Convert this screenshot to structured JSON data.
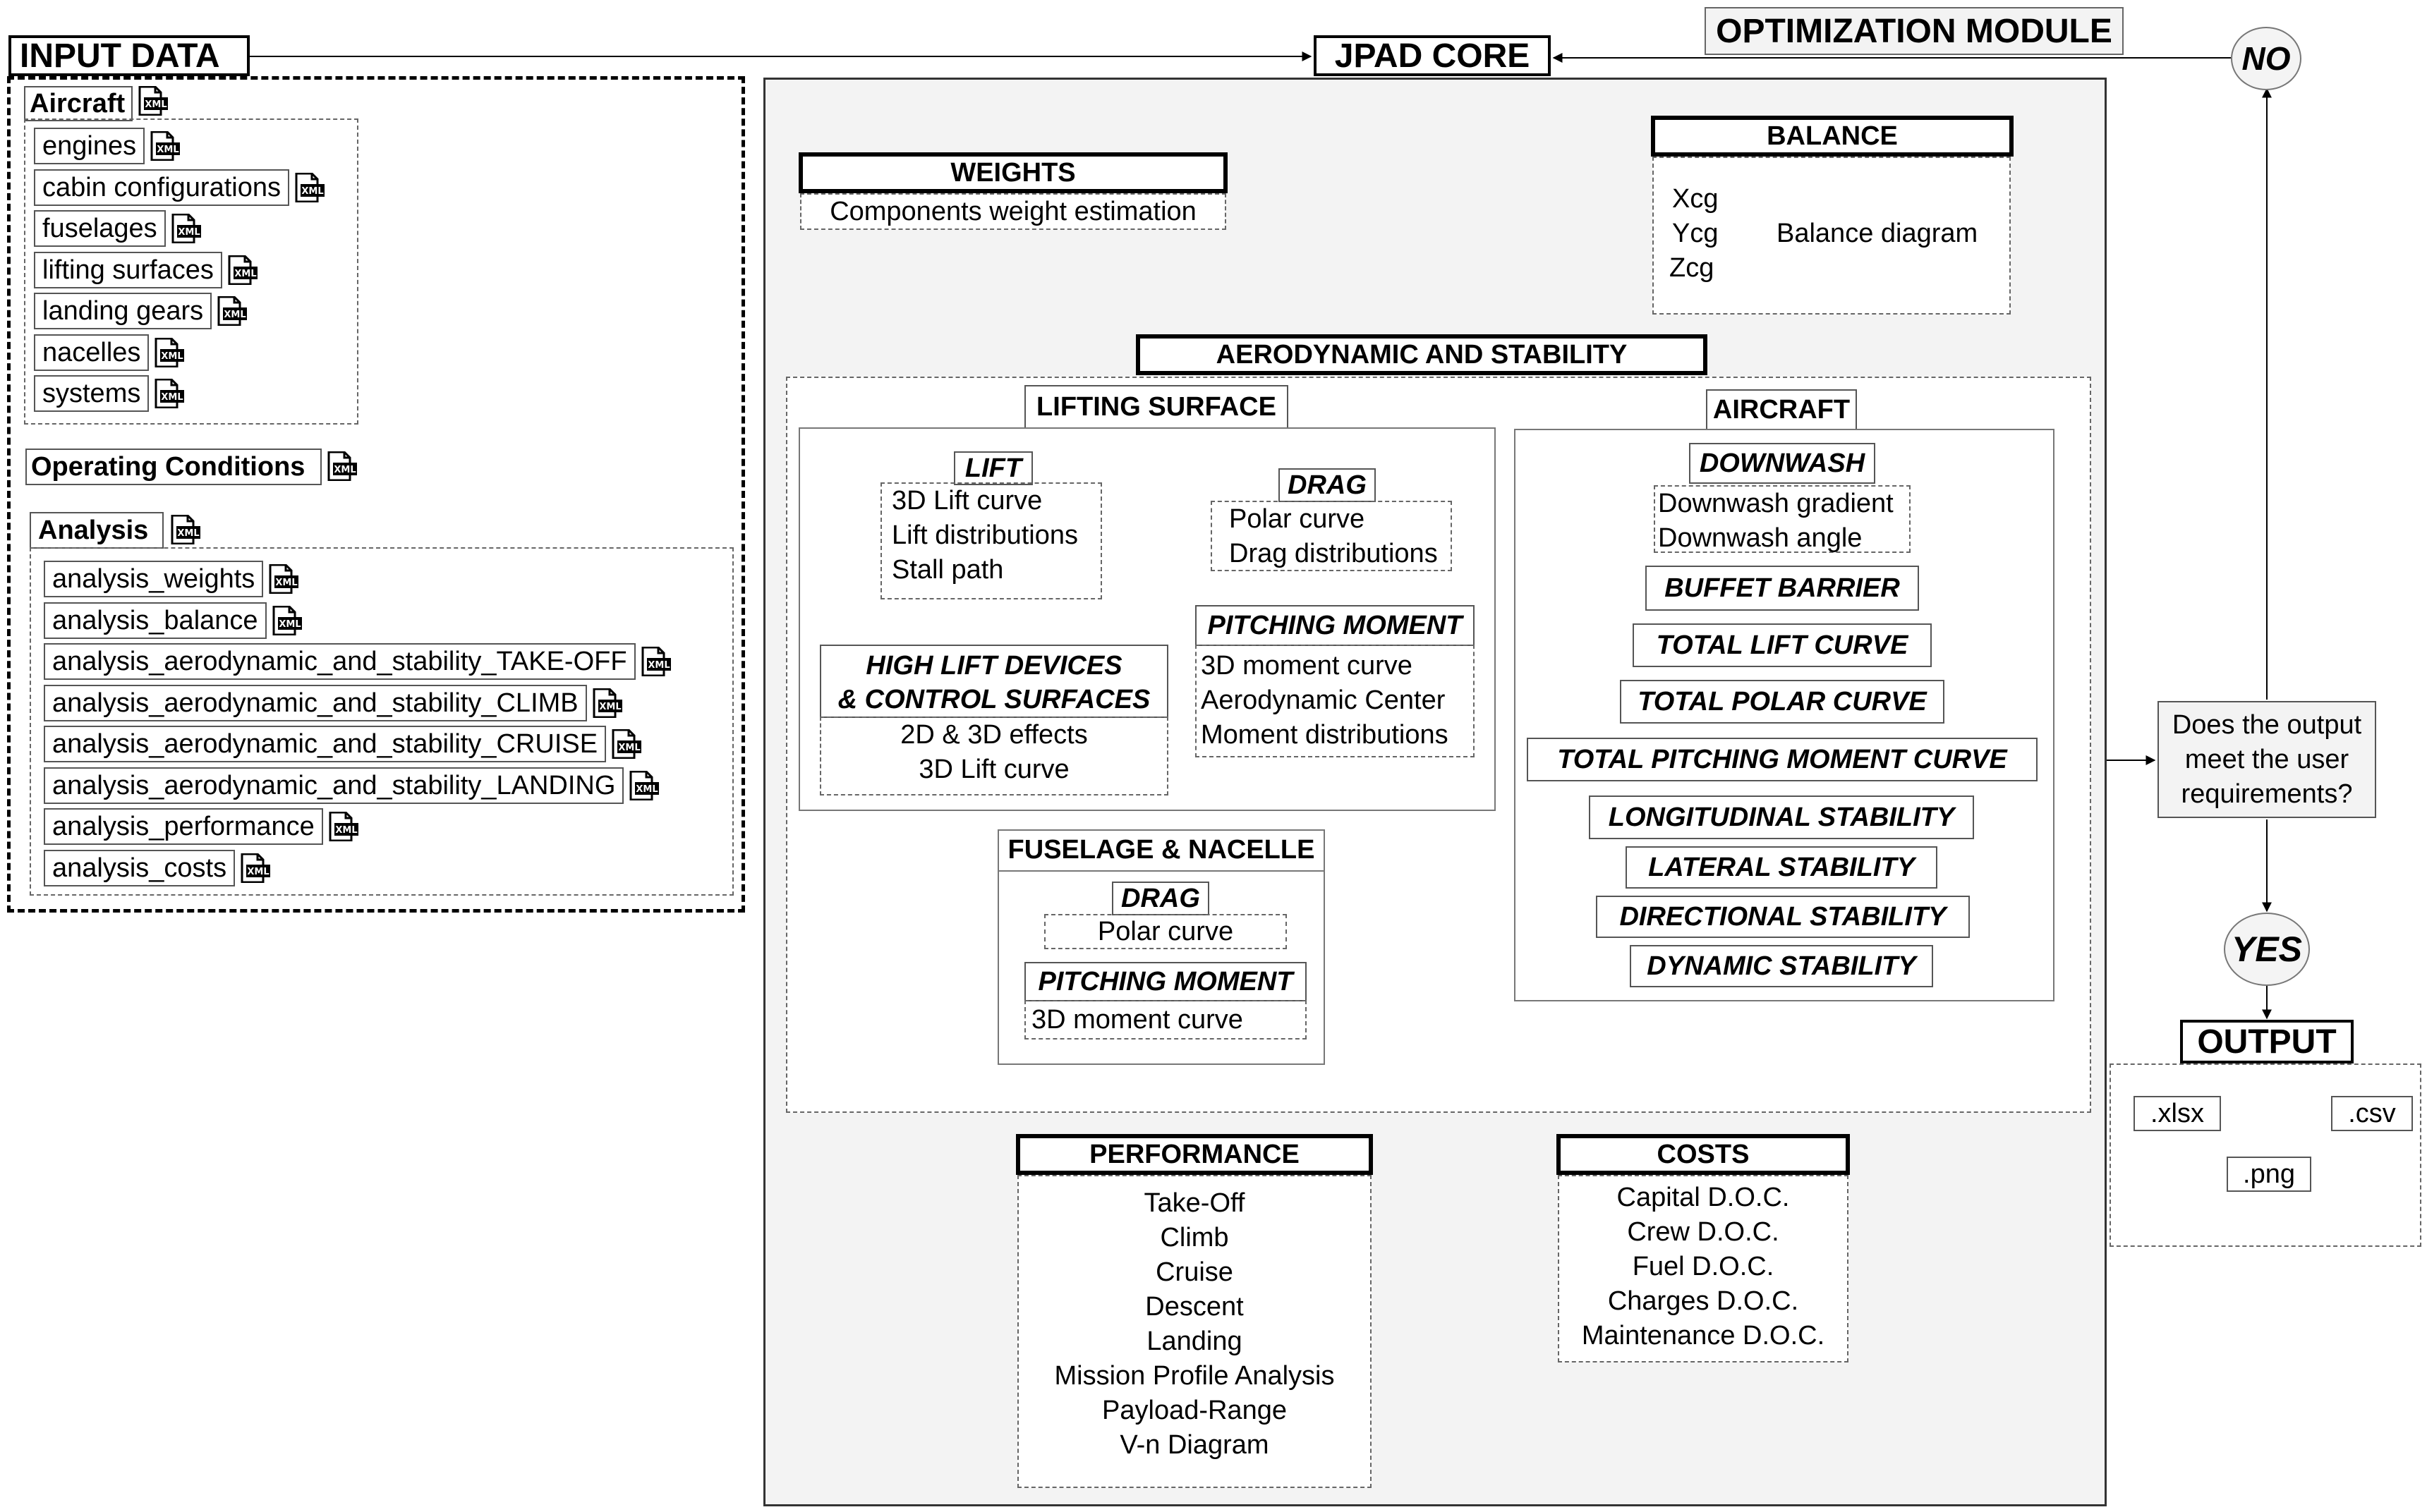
{
  "input_data": {
    "title": "INPUT DATA",
    "aircraft": {
      "label": "Aircraft",
      "items": [
        "engines",
        "cabin configurations",
        "fuselages",
        "lifting surfaces",
        "landing gears",
        "nacelles",
        "systems"
      ]
    },
    "operating_conditions": "Operating Conditions",
    "analysis": {
      "label": "Analysis",
      "items": [
        "analysis_weights",
        "analysis_balance",
        "analysis_aerodynamic_and_stability_TAKE-OFF",
        "analysis_aerodynamic_and_stability_CLIMB",
        "analysis_aerodynamic_and_stability_CRUISE",
        "analysis_aerodynamic_and_stability_LANDING",
        "analysis_performance",
        "analysis_costs"
      ]
    },
    "file_icon_text": "XML"
  },
  "jpad_core": "JPAD CORE",
  "optimization_module": "OPTIMIZATION MODULE",
  "decision": {
    "no": "NO",
    "yes": "YES",
    "question": [
      "Does the output",
      "meet the user",
      "requirements?"
    ]
  },
  "output": {
    "title": "OUTPUT",
    "formats": [
      ".xlsx",
      ".png",
      ".csv"
    ]
  },
  "weights": {
    "title": "WEIGHTS",
    "item": "Components weight estimation"
  },
  "balance": {
    "title": "BALANCE",
    "cg": [
      "Xcg",
      "Ycg",
      "Zcg"
    ],
    "diagram": "Balance diagram"
  },
  "aero": {
    "title": "AERODYNAMIC AND STABILITY",
    "lifting_surface": {
      "title": "LIFTING SURFACE",
      "lift": {
        "title": "LIFT",
        "items": [
          "3D Lift curve",
          "Lift distributions",
          "Stall path"
        ]
      },
      "drag": {
        "title": "DRAG",
        "items": [
          "Polar curve",
          "Drag distributions"
        ]
      },
      "pitching": {
        "title": "PITCHING MOMENT",
        "items": [
          "3D moment curve",
          "Aerodynamic Center",
          "Moment distributions"
        ]
      },
      "high_lift": {
        "title_lines": [
          "HIGH LIFT DEVICES",
          "& CONTROL SURFACES"
        ],
        "items": [
          "2D & 3D effects",
          "3D Lift curve"
        ]
      }
    },
    "fuselage": {
      "title": "FUSELAGE & NACELLE",
      "drag": {
        "title": "DRAG",
        "items": [
          "Polar curve"
        ]
      },
      "pitching": {
        "title": "PITCHING MOMENT",
        "items": [
          "3D moment curve"
        ]
      }
    },
    "aircraft": {
      "title": "AIRCRAFT",
      "downwash": {
        "title": "DOWNWASH",
        "items": [
          "Downwash gradient",
          "Downwash angle"
        ]
      },
      "labels": [
        "BUFFET BARRIER",
        "TOTAL LIFT CURVE",
        "TOTAL POLAR CURVE",
        "TOTAL PITCHING MOMENT CURVE",
        "LONGITUDINAL STABILITY",
        "LATERAL STABILITY",
        "DIRECTIONAL STABILITY",
        "DYNAMIC STABILITY"
      ]
    }
  },
  "performance": {
    "title": "PERFORMANCE",
    "items": [
      "Take-Off",
      "Climb",
      "Cruise",
      "Descent",
      "Landing",
      "Mission Profile Analysis",
      "Payload-Range",
      "V-n Diagram"
    ]
  },
  "costs": {
    "title": "COSTS",
    "items": [
      "Capital D.O.C.",
      "Crew D.O.C.",
      "Fuel D.O.C.",
      "Charges D.O.C.",
      "Maintenance D.O.C."
    ]
  }
}
